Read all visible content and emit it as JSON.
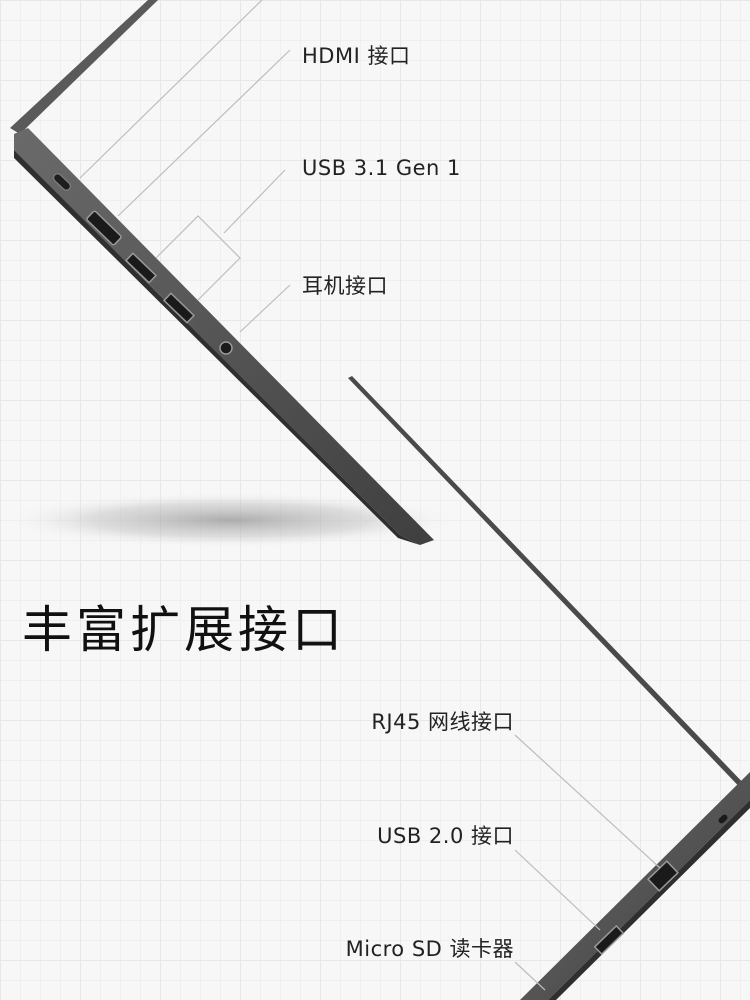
{
  "headline": "丰富扩展接口",
  "left_ports": [
    {
      "label": "HDMI 接口"
    },
    {
      "label": "USB 3.1 Gen 1"
    },
    {
      "label": "耳机接口"
    }
  ],
  "right_ports": [
    {
      "label": "RJ45 网线接口"
    },
    {
      "label": "USB 2.0 接口"
    },
    {
      "label": "Micro SD 读卡器"
    }
  ]
}
